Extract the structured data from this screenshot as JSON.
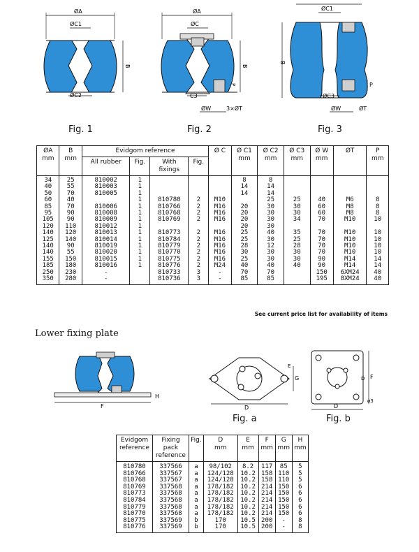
{
  "figures": {
    "fig1": "Fig. 1",
    "fig2": "Fig. 2",
    "fig3": "Fig. 3",
    "figa": "Fig. a",
    "figb": "Fig. b"
  },
  "dims": {
    "A": "ØA",
    "C1": "ØC1",
    "C2": "ØC2",
    "C": "ØC",
    "C3": "C3",
    "B": "B",
    "P": "P",
    "W": "ØW",
    "T3": "3×ØT",
    "T": "ØT",
    "E": "E",
    "F": "F",
    "G": "G",
    "H": "H",
    "D": "D",
    "N": "ø3"
  },
  "colors": {
    "rubber": "#2f8fd6",
    "rubber_dark": "#1e6fb3"
  },
  "spec_table": {
    "headers": {
      "A": [
        "ØA",
        "mm"
      ],
      "B": [
        "B",
        "mm"
      ],
      "reference": "Evidgom reference",
      "all_rubber": "All rubber",
      "fig": "Fig.",
      "with_fixings": [
        "With",
        "fixings"
      ],
      "fig2": "Fig.",
      "C": "Ø C",
      "C1": [
        "Ø C1",
        "mm"
      ],
      "C2": [
        "Ø C2",
        "mm"
      ],
      "C3": [
        "Ø C3",
        "mm"
      ],
      "W": [
        "Ø W",
        "mm"
      ],
      "T": "ØT",
      "P": [
        "P",
        "mm"
      ]
    },
    "columns": {
      "A": [
        "34",
        "40",
        "50",
        "60",
        "85",
        "95",
        "105",
        "120",
        "140",
        "125",
        "140",
        "140",
        "155",
        "185",
        "250",
        "350"
      ],
      "B": [
        "25",
        "55",
        "70",
        "40",
        "70",
        "90",
        "90",
        "110",
        "120",
        "140",
        "90",
        "55",
        "150",
        "180",
        "230",
        "280"
      ],
      "all_rubber": [
        "810002",
        "810003",
        "810005",
        "",
        "810006",
        "810008",
        "810009",
        "810012",
        "810013",
        "810014",
        "810019",
        "810020",
        "810015",
        "810016",
        "-",
        "-"
      ],
      "fig": [
        "1",
        "1",
        "1",
        "1",
        "1",
        "1",
        "1",
        "1",
        "1",
        "1",
        "1",
        "1",
        "1",
        "1",
        "",
        ""
      ],
      "with_fixings": [
        "",
        "",
        "",
        "810780",
        "810766",
        "810768",
        "810769",
        "",
        "810773",
        "810784",
        "810779",
        "810770",
        "810775",
        "810776",
        "810733",
        "810736"
      ],
      "fig2": [
        "",
        "",
        "",
        "2",
        "2",
        "2",
        "2",
        "",
        "2",
        "2",
        "2",
        "2",
        "2",
        "2",
        "3",
        "3"
      ],
      "C": [
        "",
        "",
        "",
        "M10",
        "M16",
        "M16",
        "M16",
        "",
        "M16",
        "M16",
        "M16",
        "M16",
        "M16",
        "M24",
        "-",
        "-"
      ],
      "C1": [
        "8",
        "14",
        "14",
        "",
        "20",
        "20",
        "20",
        "20",
        "25",
        "25",
        "28",
        "30",
        "25",
        "40",
        "70",
        "85"
      ],
      "C2": [
        "8",
        "14",
        "14",
        "25",
        "30",
        "30",
        "30",
        "30",
        "40",
        "30",
        "12",
        "30",
        "30",
        "40",
        "70",
        "85"
      ],
      "C3": [
        "",
        "",
        "",
        "25",
        "30",
        "30",
        "34",
        "",
        "35",
        "25",
        "28",
        "30",
        "30",
        "40",
        "",
        ""
      ],
      "W": [
        "",
        "",
        "",
        "40",
        "60",
        "60",
        "70",
        "",
        "70",
        "70",
        "70",
        "70",
        "90",
        "90",
        "150",
        "195"
      ],
      "T": [
        "",
        "",
        "",
        "M6",
        "M8",
        "M8",
        "M10",
        "",
        "M10",
        "M10",
        "M10",
        "M10",
        "M14",
        "M14",
        "6XM24",
        "8XM24"
      ],
      "P": [
        "",
        "",
        "",
        "8",
        "8",
        "8",
        "10",
        "",
        "10",
        "10",
        "10",
        "10",
        "14",
        "14",
        "40",
        "40"
      ]
    },
    "note": "See current price list for availability of items"
  },
  "lower_plate": {
    "title": "Lower fixing plate",
    "headers": {
      "ref": [
        "Evidgom",
        "reference"
      ],
      "pack": [
        "Fixing",
        "pack",
        "reference"
      ],
      "fig": "Fig.",
      "D": [
        "D",
        "mm"
      ],
      "E": [
        "E",
        "mm"
      ],
      "F": [
        "F",
        "mm"
      ],
      "G": [
        "G",
        "mm"
      ],
      "H": [
        "H",
        "mm"
      ]
    },
    "columns": {
      "ref": [
        "810780",
        "810766",
        "810768",
        "810769",
        "810773",
        "810784",
        "810779",
        "810770",
        "810775",
        "810776"
      ],
      "pack": [
        "337566",
        "337567",
        "337567",
        "337568",
        "337568",
        "337568",
        "337568",
        "337568",
        "337569",
        "337569"
      ],
      "fig": [
        "a",
        "a",
        "a",
        "a",
        "a",
        "a",
        "a",
        "a",
        "b",
        "b"
      ],
      "D": [
        "98/102",
        "124/128",
        "124/128",
        "178/182",
        "178/182",
        "178/182",
        "178/182",
        "178/182",
        "170",
        "170"
      ],
      "E": [
        "8.2",
        "10.2",
        "10.2",
        "10.2",
        "10.2",
        "10.2",
        "10.2",
        "10.2",
        "10.5",
        "10.5"
      ],
      "F": [
        "117",
        "158",
        "158",
        "214",
        "214",
        "214",
        "214",
        "214",
        "200",
        "200"
      ],
      "G": [
        "85",
        "110",
        "110",
        "150",
        "150",
        "150",
        "150",
        "150",
        "-",
        "-"
      ],
      "H": [
        "5",
        "5",
        "5",
        "6",
        "6",
        "6",
        "6",
        "6",
        "8",
        "8"
      ]
    }
  }
}
